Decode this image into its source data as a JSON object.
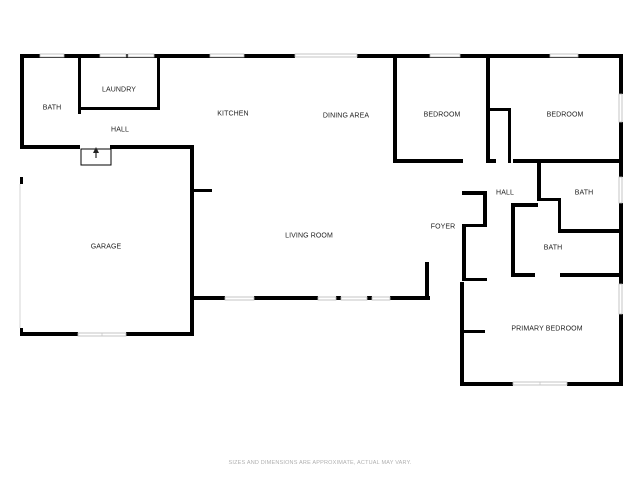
{
  "floorplan": {
    "rooms": [
      {
        "id": "bath-1",
        "label": "BATH"
      },
      {
        "id": "laundry",
        "label": "LAUNDRY"
      },
      {
        "id": "hall-1",
        "label": "HALL"
      },
      {
        "id": "kitchen",
        "label": "KITCHEN"
      },
      {
        "id": "dining-area",
        "label": "DINING AREA"
      },
      {
        "id": "bedroom-1",
        "label": "BEDROOM"
      },
      {
        "id": "bedroom-2",
        "label": "BEDROOM"
      },
      {
        "id": "garage",
        "label": "GARAGE"
      },
      {
        "id": "living-room",
        "label": "LIVING ROOM"
      },
      {
        "id": "foyer",
        "label": "FOYER"
      },
      {
        "id": "hall-2",
        "label": "HALL"
      },
      {
        "id": "bath-2",
        "label": "BATH"
      },
      {
        "id": "bath-3",
        "label": "BATH"
      },
      {
        "id": "primary-bedroom",
        "label": "PRIMARY BEDROOM"
      }
    ],
    "disclaimer": "SIZES AND DIMENSIONS ARE APPROXIMATE, ACTUAL MAY VARY."
  }
}
